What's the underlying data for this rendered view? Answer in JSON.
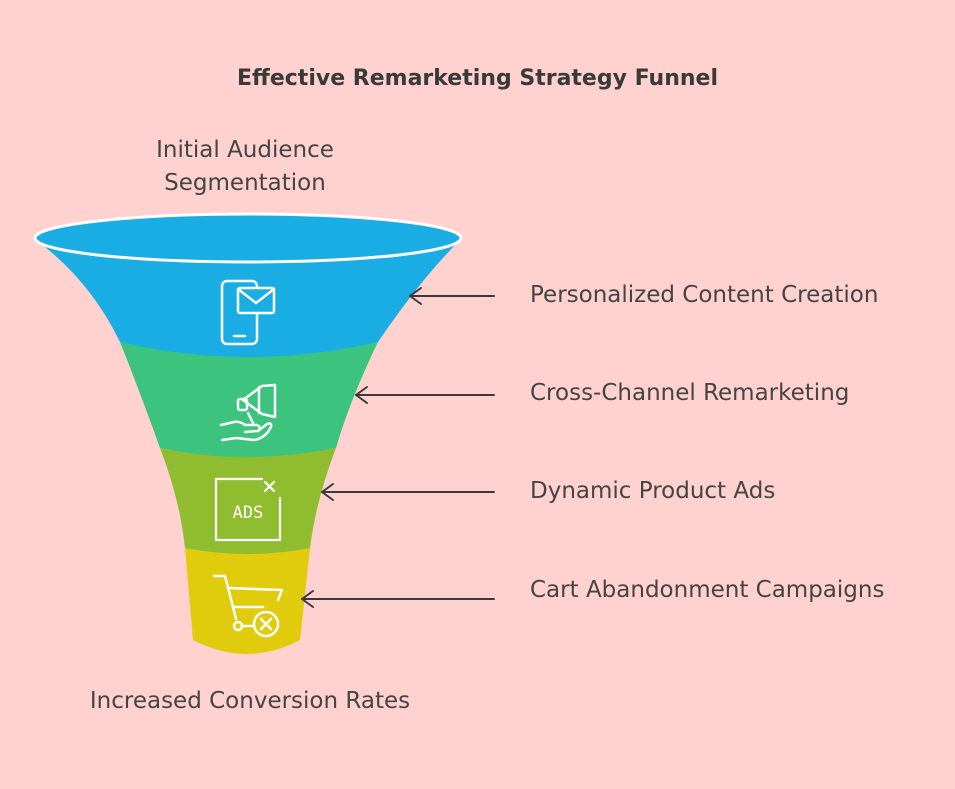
{
  "title": "Effective Remarketing Strategy Funnel",
  "top_label": "Initial Audience Segmentation",
  "bottom_label": "Increased Conversion Rates",
  "stages": [
    {
      "label": "Personalized Content Creation",
      "icon": "mobile-email-icon",
      "color": "#1aade3"
    },
    {
      "label": "Cross-Channel Remarketing",
      "icon": "megaphone-hand-icon",
      "color": "#3cc47e"
    },
    {
      "label": "Dynamic Product Ads",
      "icon": "ads-icon",
      "color": "#8fbd2f"
    },
    {
      "label": "Cart Abandonment Campaigns",
      "icon": "cart-cancel-icon",
      "color": "#e0cc0d"
    }
  ],
  "icon_text": {
    "ads": "ADS"
  },
  "colors": {
    "background": "#ffd1cf",
    "text": "#444444",
    "arrow": "#3a3a3a",
    "icon_stroke": "#ffffff"
  }
}
